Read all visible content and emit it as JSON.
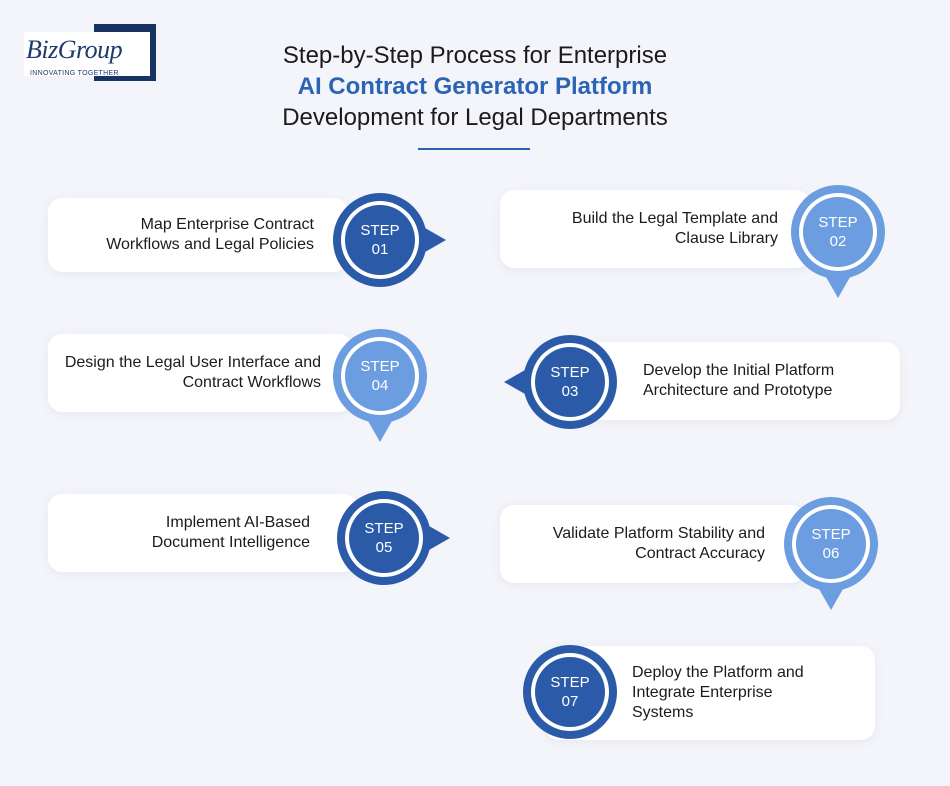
{
  "brand": {
    "name": "BizGroup",
    "tagline": "INNOVATING TOGETHER"
  },
  "title": {
    "line1": "Step-by-Step Process for Enterprise",
    "line2": "AI Contract Generator Platform",
    "line3": "Development for Legal Departments"
  },
  "colors": {
    "dark_blue": "#2a5aa8",
    "light_blue": "#6b9de0",
    "accent": "#2b64b5"
  },
  "steps": [
    {
      "label": "STEP",
      "num": "01",
      "text": "Map Enterprise Contract Workflows and Legal Policies",
      "tone": "dark",
      "arrow": "right"
    },
    {
      "label": "STEP",
      "num": "02",
      "text": "Build the Legal Template and Clause Library",
      "tone": "light",
      "arrow": "down"
    },
    {
      "label": "STEP",
      "num": "03",
      "text": "Develop the Initial Platform Architecture and Prototype",
      "tone": "dark",
      "arrow": "left"
    },
    {
      "label": "STEP",
      "num": "04",
      "text": "Design the Legal User Interface and Contract Workflows",
      "tone": "light",
      "arrow": "down"
    },
    {
      "label": "STEP",
      "num": "05",
      "text": "Implement AI-Based Document Intelligence",
      "tone": "dark",
      "arrow": "right"
    },
    {
      "label": "STEP",
      "num": "06",
      "text": "Validate Platform Stability and Contract Accuracy",
      "tone": "light",
      "arrow": "down"
    },
    {
      "label": "STEP",
      "num": "07",
      "text": "Deploy the Platform and Integrate Enterprise Systems",
      "tone": "dark",
      "arrow": "none"
    }
  ]
}
